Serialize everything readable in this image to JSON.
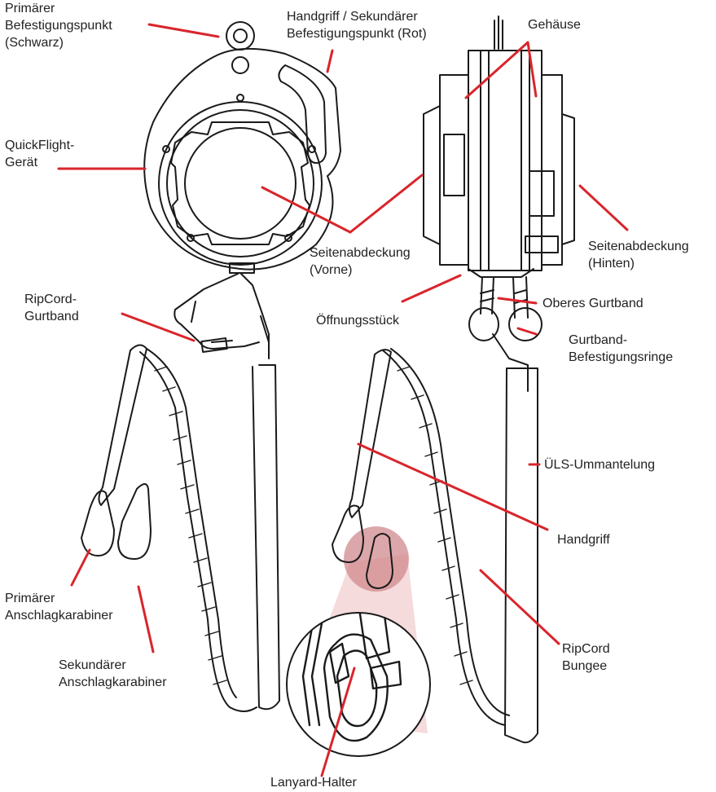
{
  "colors": {
    "callout": "#d9252b",
    "outline": "#1a1a1a",
    "highlight": "#c9646a"
  },
  "labels": {
    "primary_anchor": [
      "Primärer",
      "Befestigungspunkt",
      "(Schwarz)"
    ],
    "handle_secondary": [
      "Handgriff / Sekundärer",
      "Befestigungspunkt (Rot)"
    ],
    "housing": [
      "Gehäuse"
    ],
    "quickflight": [
      "QuickFlight-",
      "Gerät"
    ],
    "side_cover_front": [
      "Seitenabdeckung",
      "(Vorne)"
    ],
    "side_cover_rear": [
      "Seitenabdeckung",
      "(Hinten)"
    ],
    "ripcord_webbing": [
      "RipCord-",
      "Gurtband"
    ],
    "opening_piece": [
      "Öffnungsstück"
    ],
    "upper_webbing": [
      "Oberes Gurtband"
    ],
    "webbing_rings": [
      "Gurtband-",
      "Befestigungsringe"
    ],
    "uls_sheath": [
      "ÜLS-Ummantelung"
    ],
    "handle": [
      "Handgriff"
    ],
    "ripcord_bungee": [
      "RipCord",
      "Bungee"
    ],
    "primary_carabiner": [
      "Primärer",
      "Anschlagkarabiner"
    ],
    "secondary_carabiner": [
      "Sekundärer",
      "Anschlagkarabiner"
    ],
    "lanyard_keeper": [
      "Lanyard-Halter"
    ]
  }
}
